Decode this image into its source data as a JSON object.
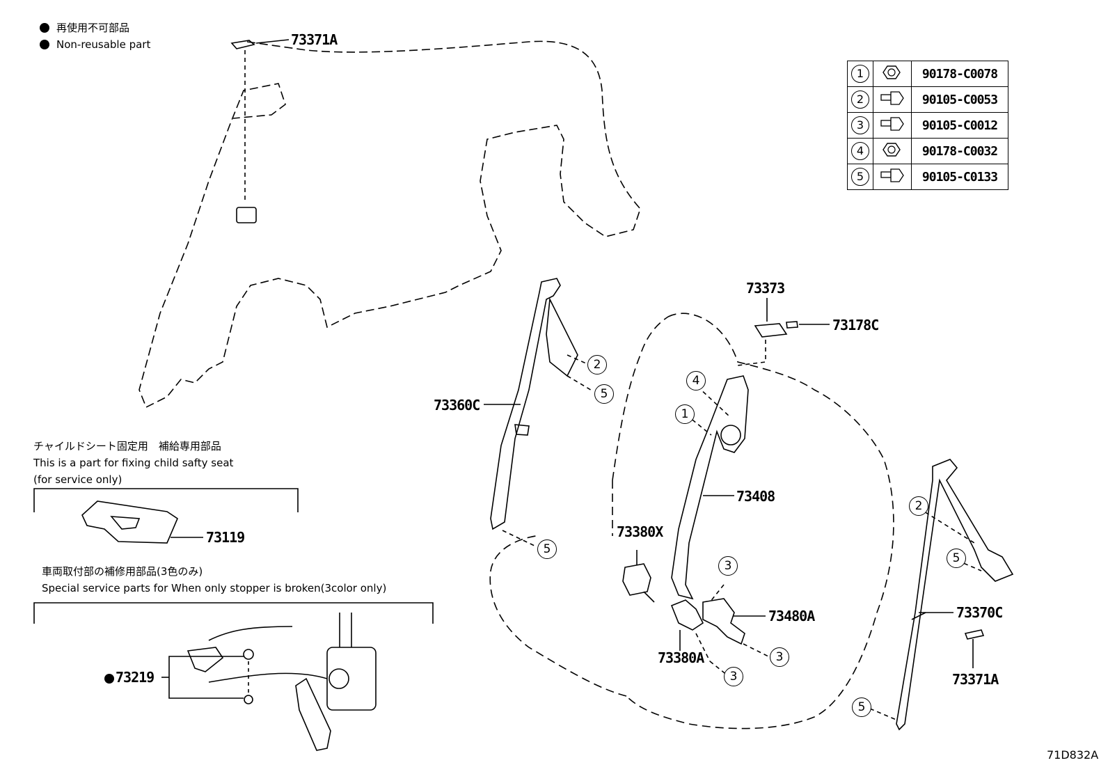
{
  "legend": {
    "jp": "再使用不可部品",
    "en": "Non-reusable part"
  },
  "fastener_table": [
    {
      "num": "1",
      "icon": "nut-icon",
      "code": "90178-C0078"
    },
    {
      "num": "2",
      "icon": "bolt-icon",
      "code": "90105-C0053"
    },
    {
      "num": "3",
      "icon": "bolt-icon",
      "code": "90105-C0012"
    },
    {
      "num": "4",
      "icon": "nut-icon",
      "code": "90178-C0032"
    },
    {
      "num": "5",
      "icon": "bolt-icon",
      "code": "90105-C0133"
    }
  ],
  "child_seat_note": {
    "jp": "チャイルドシート固定用　補給専用部品",
    "en1": "This is a part for fixing child safty seat",
    "en2": "(for service only)"
  },
  "stopper_note": {
    "jp": "車両取付部の補修用部品(3色のみ)",
    "en": "Special service parts for When only stopper is broken(3color only)"
  },
  "part_labels": {
    "p73371A_top": "73371A",
    "p73119": "73119",
    "p73219": "73219",
    "p73360C": "73360C",
    "p73373": "73373",
    "p73178C": "73178C",
    "p73408": "73408",
    "p73380X": "73380X",
    "p73480A": "73480A",
    "p73380A": "73380A",
    "p73370C": "73370C",
    "p73371A_bottom": "73371A"
  },
  "callouts": {
    "c2_left": "2",
    "c5_left_upper": "5",
    "c5_left_lower": "5",
    "c4_center": "4",
    "c1_center": "1",
    "c3_center_upper": "3",
    "c3_center_lower1": "3",
    "c3_center_lower2": "3",
    "c2_right": "2",
    "c5_right_upper": "5",
    "c5_right_lower": "5"
  },
  "figure_id": "71D832A"
}
